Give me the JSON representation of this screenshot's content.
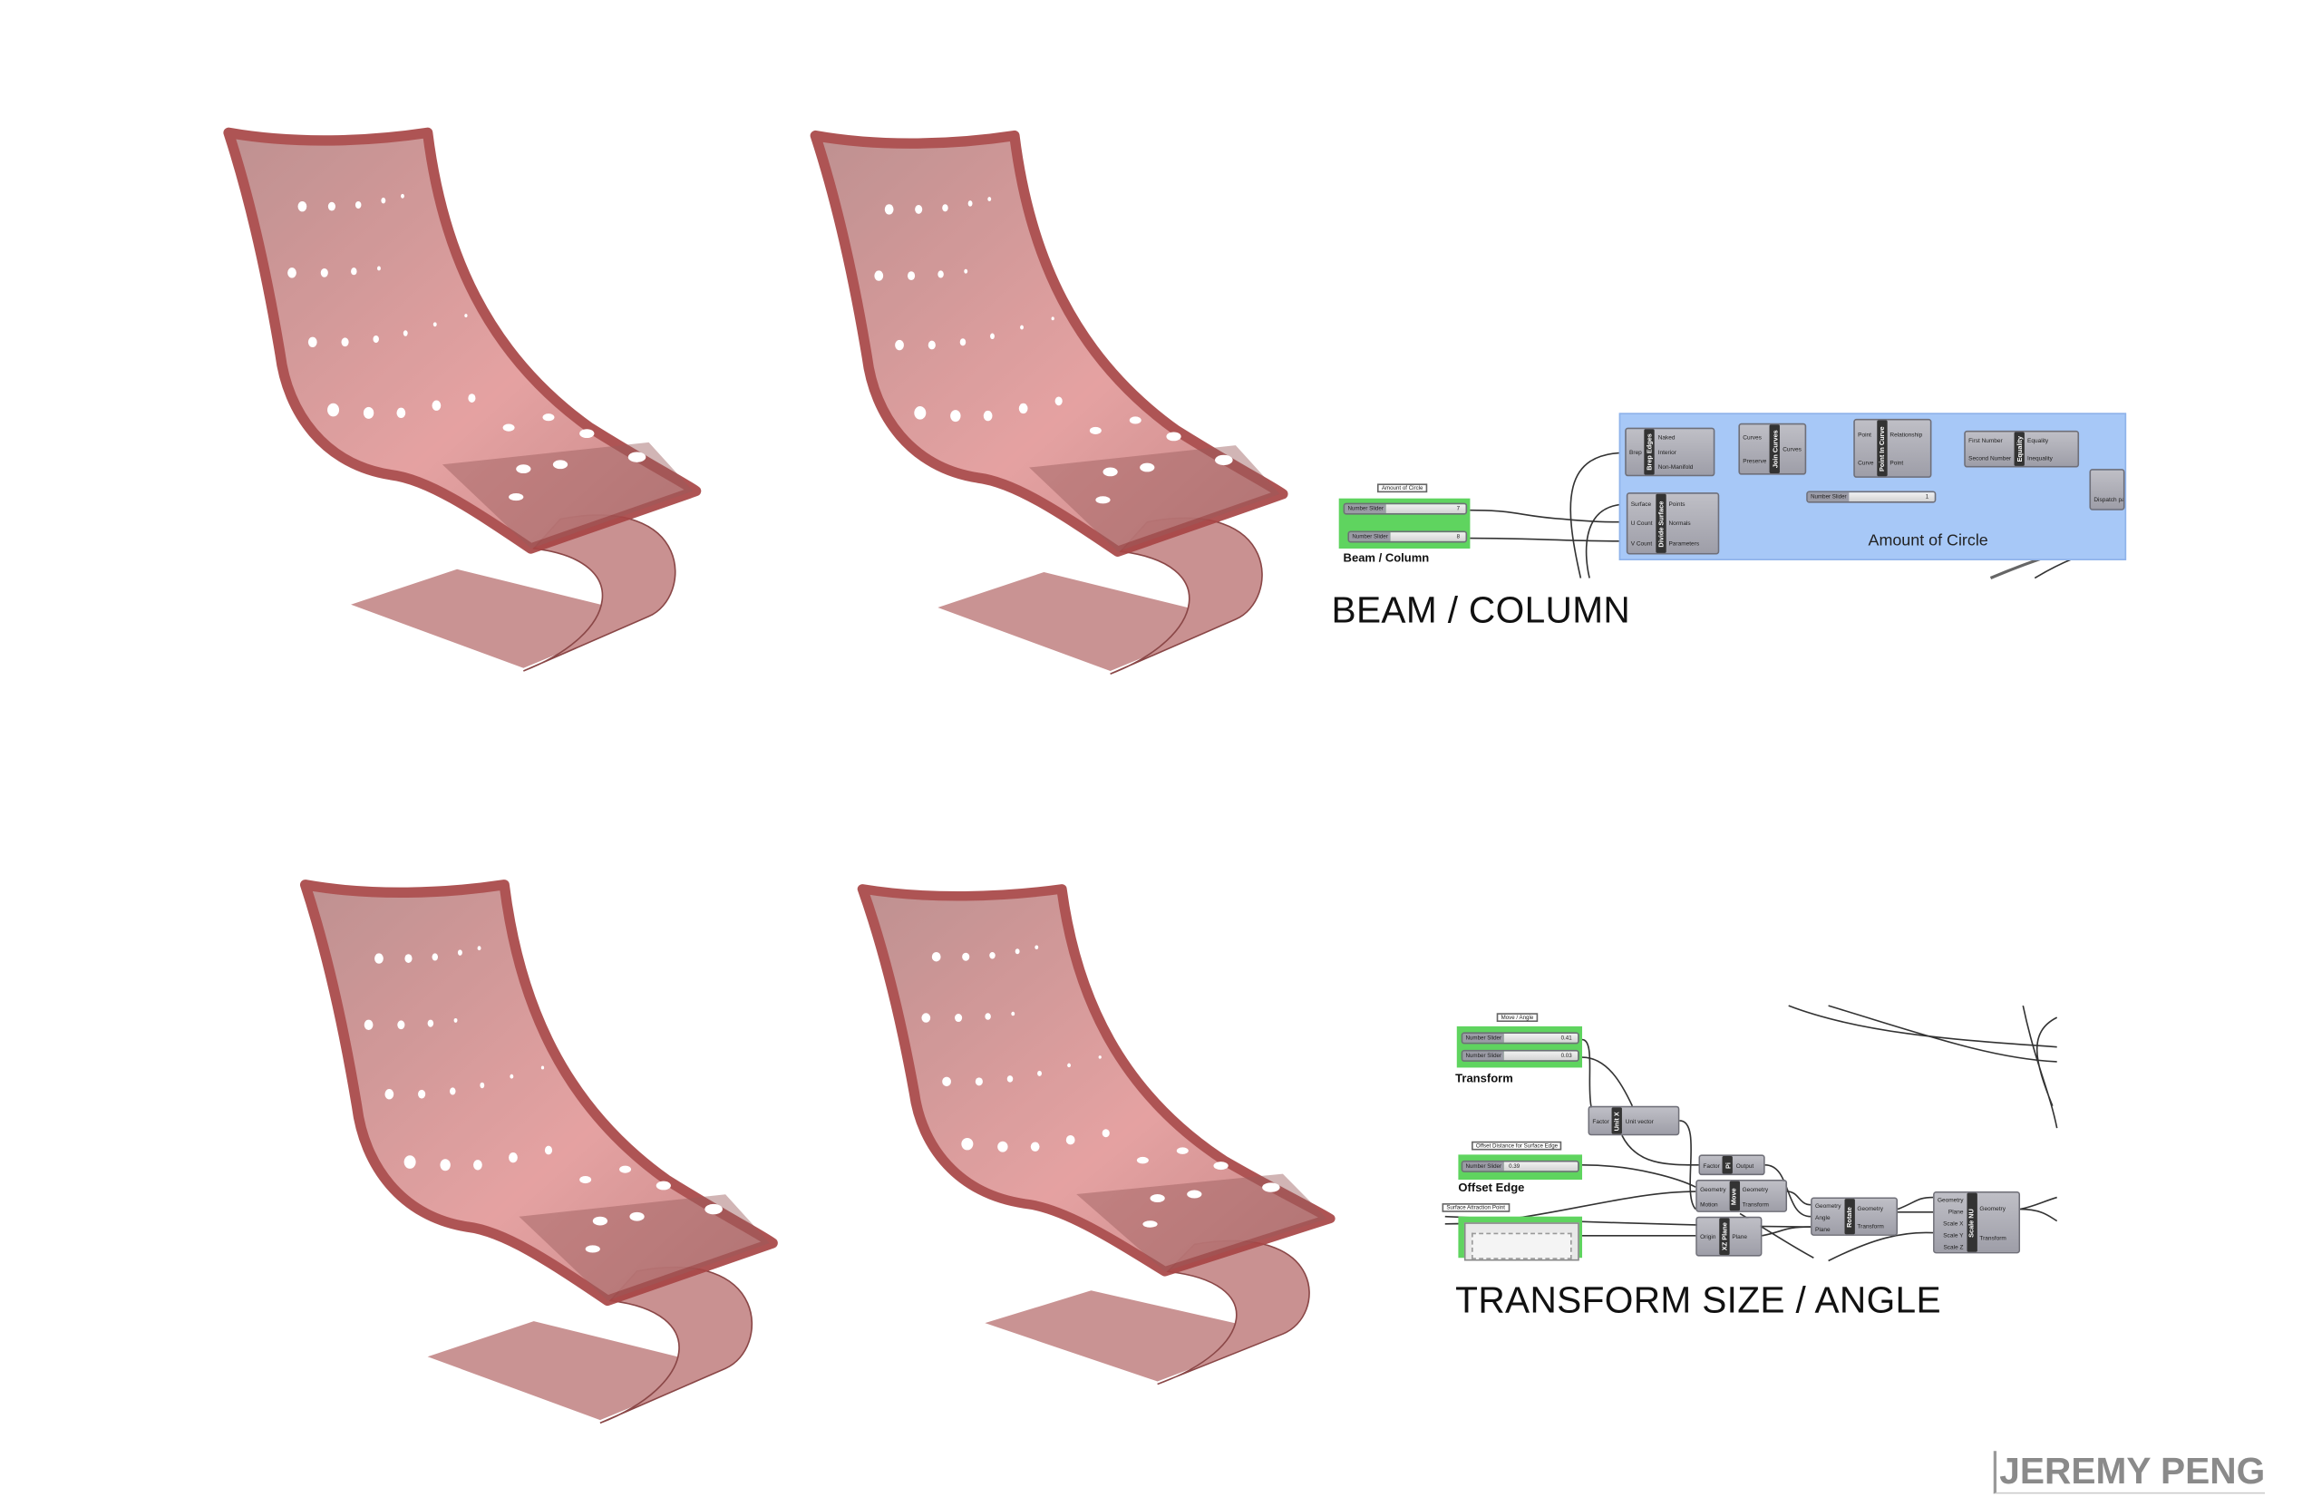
{
  "colors": {
    "chair": "#c98a8a",
    "chair_edge": "#b53a3a",
    "group_blue": "#a7c8f7",
    "group_green": "#5fd45f"
  },
  "top_diagram": {
    "title": "BEAM / COLUMN",
    "group_label": "Amount of Circle",
    "slider_group_label": "Beam / Column",
    "tooltip": "Amount of Circle",
    "sliders": [
      {
        "label": "Number Slider",
        "value": "7"
      },
      {
        "label": "Number Slider",
        "value": "8"
      },
      {
        "label": "Number Slider",
        "value": "1"
      }
    ],
    "nodes": {
      "brep_edges": {
        "name": "Brep Edges",
        "inputs": [
          "Brep"
        ],
        "outputs": [
          "Naked",
          "Interior",
          "Non-Manifold"
        ]
      },
      "join_curves": {
        "name": "Join Curves",
        "inputs": [
          "Curves",
          "Preserve"
        ],
        "outputs": [
          "Curves"
        ]
      },
      "point_in_curve": {
        "name": "Point In Curve",
        "inputs": [
          "Point",
          "Curve"
        ],
        "outputs": [
          "Relationship",
          "Point"
        ]
      },
      "equality": {
        "name": "Equality",
        "inputs": [
          "First Number",
          "Second Number"
        ],
        "outputs": [
          "Equality",
          "Inequality"
        ]
      },
      "divide_surface": {
        "name": "Divide Surface",
        "inputs": [
          "Surface",
          "U Count",
          "V Count"
        ],
        "outputs": [
          "Points",
          "Normals",
          "Parameters"
        ]
      },
      "dispatch": {
        "inputs": [
          "Dispatch pa"
        ]
      }
    }
  },
  "bottom_diagram": {
    "title": "TRANSFORM SIZE / ANGLE",
    "transform_label": "Transform",
    "offset_label": "Offset Edge",
    "tooltips": [
      "Move / Angle",
      "Offset Distance for Surface Edge",
      "Surface Attraction Point"
    ],
    "sliders": [
      {
        "label": "Number Slider",
        "value": "0.41"
      },
      {
        "label": "Number Slider",
        "value": "0.03"
      },
      {
        "label": "Number Slider",
        "value": "0.39"
      }
    ],
    "nodes": {
      "unit_x": {
        "name": "Unit X",
        "inputs": [
          "Factor"
        ],
        "outputs": [
          "Unit vector"
        ]
      },
      "pi": {
        "name": "Pi",
        "inputs": [
          "Factor"
        ],
        "outputs": [
          "Output"
        ]
      },
      "move": {
        "name": "Move",
        "inputs": [
          "Geometry",
          "Motion"
        ],
        "outputs": [
          "Geometry",
          "Transform"
        ]
      },
      "xz_plane": {
        "name": "XZ Plane",
        "inputs": [
          "Origin"
        ],
        "outputs": [
          "Plane"
        ]
      },
      "rotate": {
        "name": "Rotate",
        "inputs": [
          "Geometry",
          "Angle",
          "Plane"
        ],
        "outputs": [
          "Geometry",
          "Transform"
        ]
      },
      "scale_nu": {
        "name": "Scale NU",
        "inputs": [
          "Geometry",
          "Plane",
          "Scale X",
          "Scale Y",
          "Scale Z"
        ],
        "outputs": [
          "Geometry",
          "Transform"
        ]
      }
    }
  },
  "signature": "JEREMY PENG"
}
